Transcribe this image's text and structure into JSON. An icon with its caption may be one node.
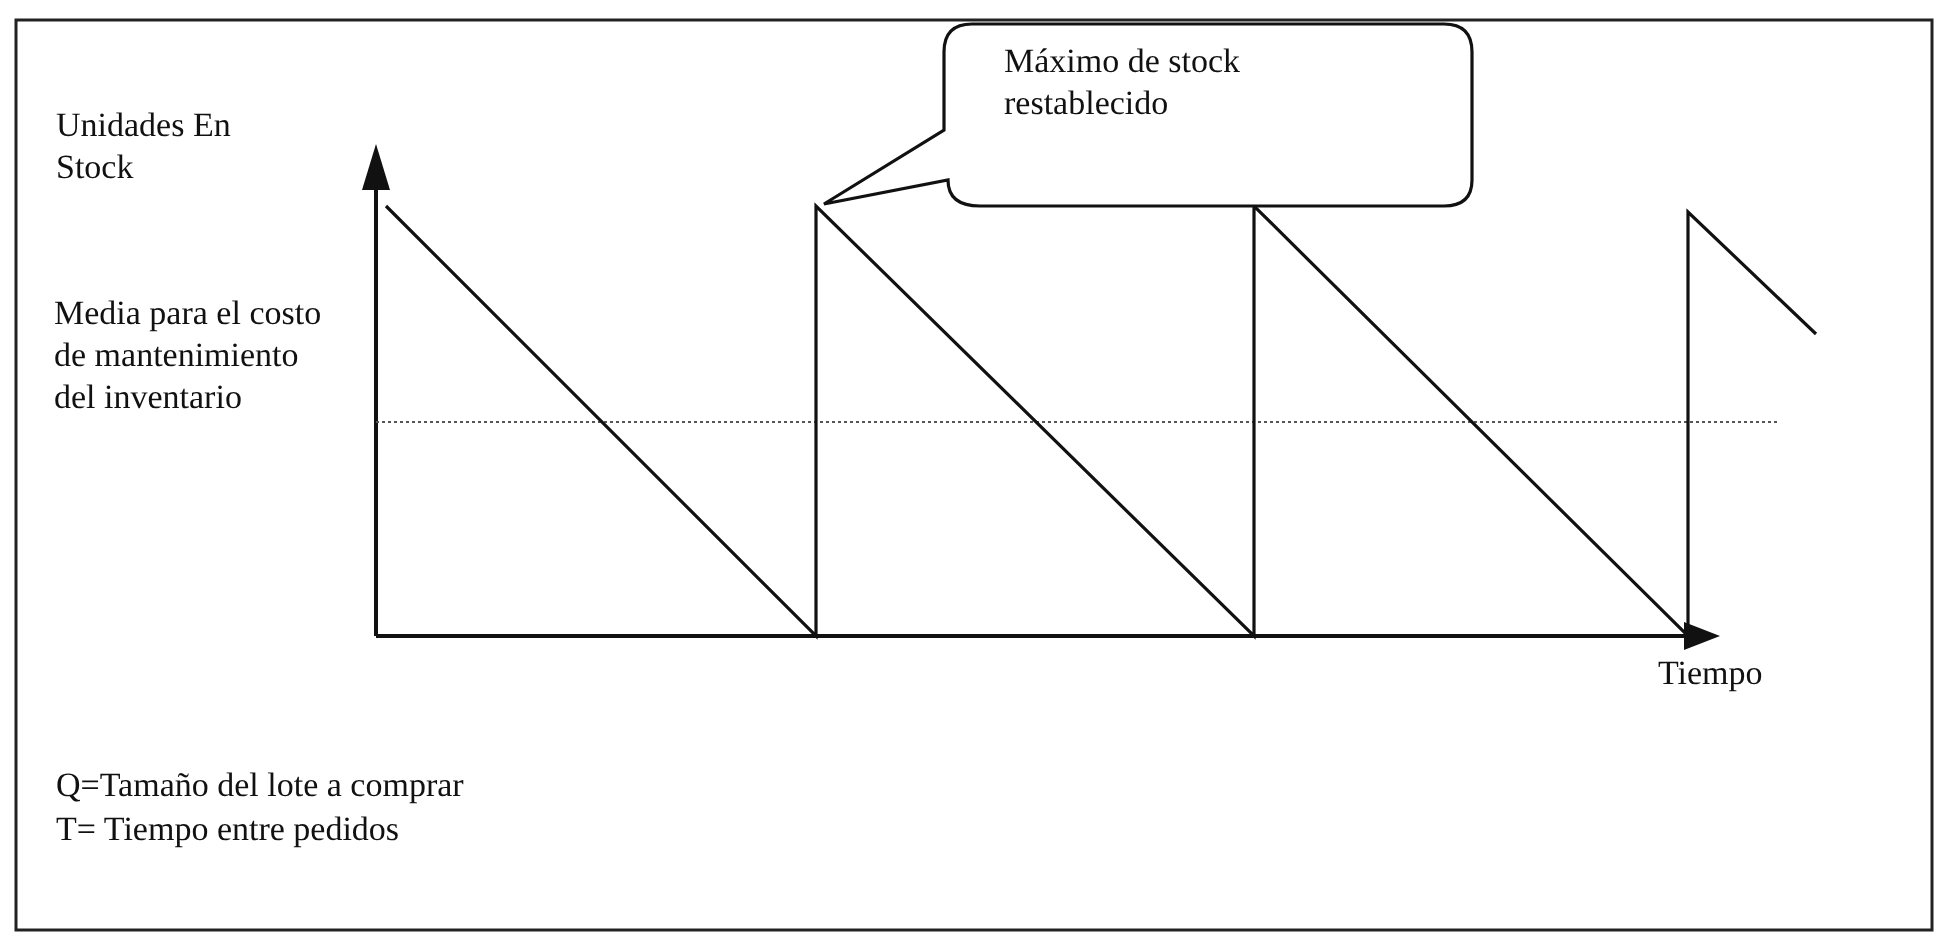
{
  "diagram": {
    "nodes": [
      {
        "text": [
          "Máximo de stock restablecido"
        ]
      }
    ],
    "edges": [],
    "labels": [
      "Unidades En Stock",
      "Media para el costo de mantenimiento del inventario",
      "Tiempo",
      "Q=Tamaño del lote a comprar",
      "T= Tiempo entre pedidos"
    ]
  }
}
